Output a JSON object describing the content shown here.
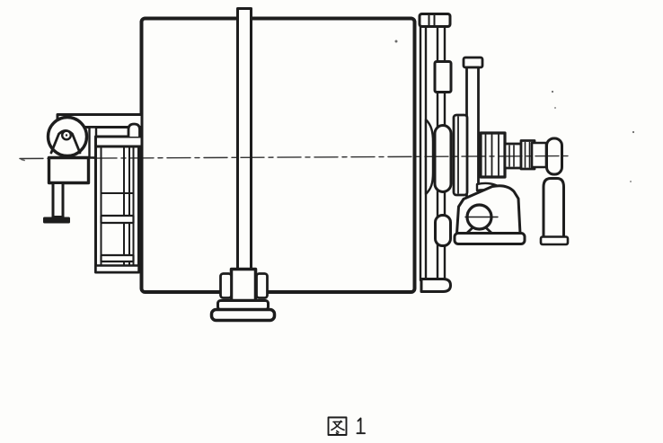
{
  "figure": {
    "caption": "图 1",
    "colors": {
      "ink": "#1d1d1d",
      "paper": "#fdfdfb"
    },
    "parts": [
      "drive-pulley",
      "pulley-hub",
      "belt-cone",
      "motor-bar",
      "pulley-bearing-block",
      "support-leg",
      "ladder-frame",
      "drum-shell",
      "support-column",
      "column-base",
      "end-cover-flange",
      "guide-rod",
      "end-cap",
      "tall-guide-plate",
      "mid-guide-plate",
      "drive-shaft-blocks",
      "shaft-collar",
      "shaft-neck",
      "shaft-end-knob",
      "pillow-block-bearing",
      "bearing-base-plate",
      "support-cylinder",
      "axis-centerline"
    ]
  }
}
